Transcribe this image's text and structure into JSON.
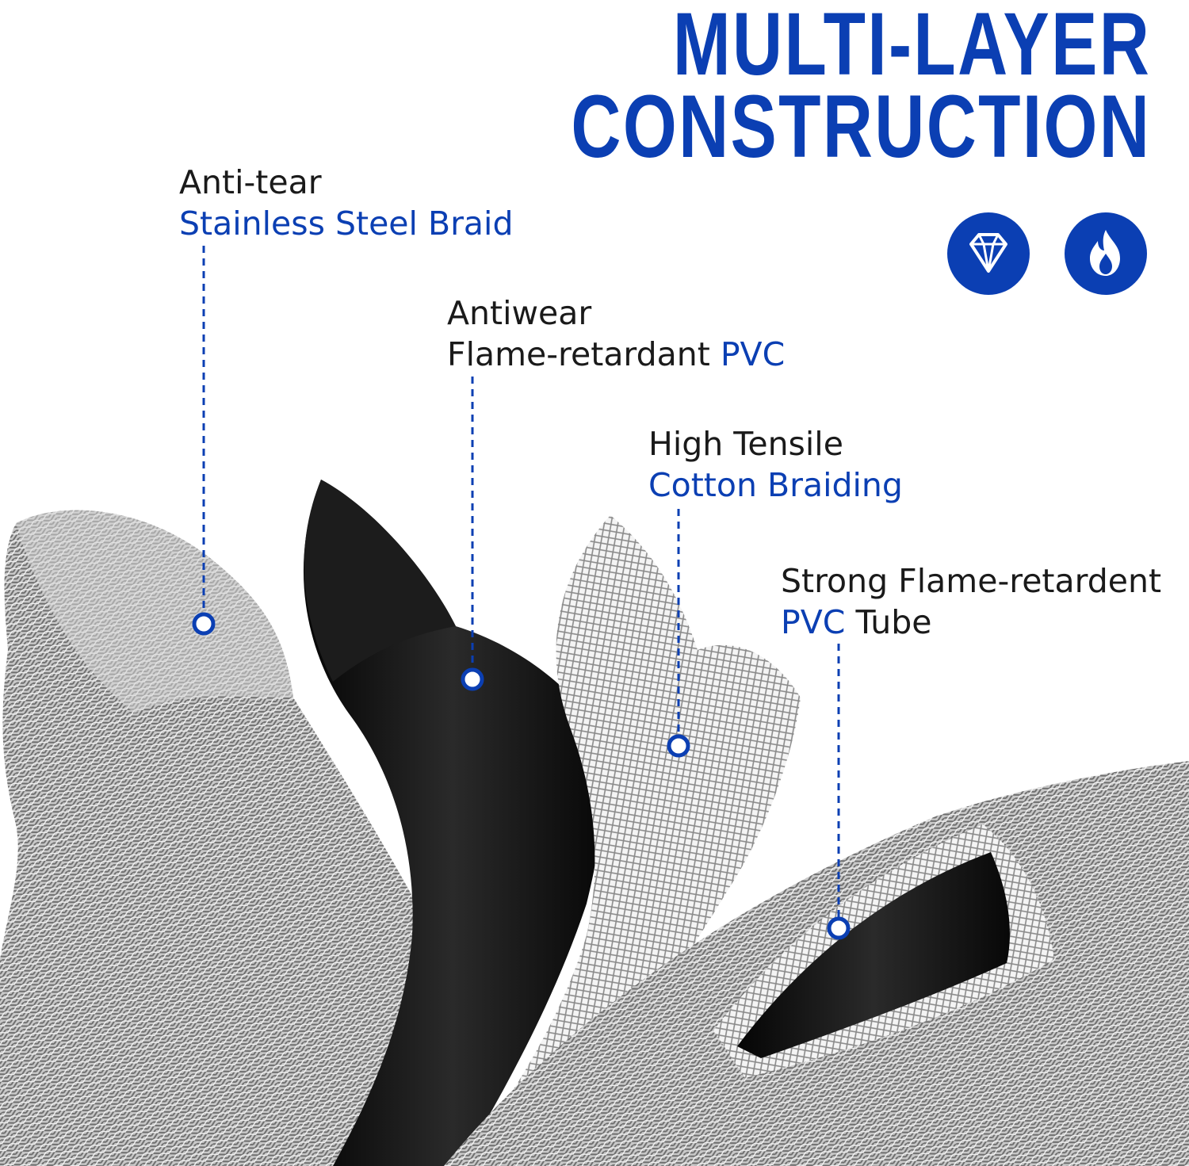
{
  "title": {
    "line1": "MULTI-LAYER",
    "line2": "CONSTRUCTION"
  },
  "icons": [
    "diamond-icon",
    "flame-icon"
  ],
  "colors": {
    "accent": "#0b3fb3",
    "text": "#1a1a1a",
    "steel": "#b8b8b8",
    "pvc": "#111111"
  },
  "layers": [
    {
      "line1": "Anti-tear",
      "line2": "Stainless Steel Braid"
    },
    {
      "line1": "Antiwear",
      "line2_plain": "Flame-retardant ",
      "line2_blue": "PVC"
    },
    {
      "line1": "High Tensile",
      "line2": "Cotton Braiding"
    },
    {
      "line1": "Strong Flame-retardent",
      "line2_blue": "PVC",
      "line2_plain": " Tube"
    }
  ]
}
